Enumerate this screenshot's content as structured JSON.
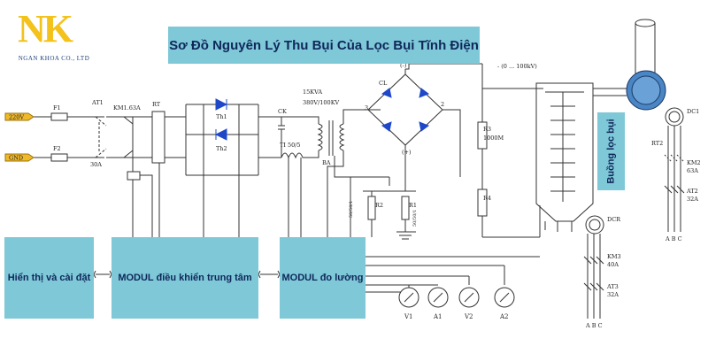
{
  "logo": {
    "letters": "NK",
    "company": "NGAN KHOA CO., LTD",
    "color": "#f3c21b"
  },
  "title": "Sơ Đồ Nguyên Lý Thu Bụi Của Lọc Bụi Tĩnh Điện",
  "modules": {
    "display": "Hiển thị và cài đặt",
    "control": "MODUL điều khiển trung tâm",
    "measure": "MODUL đo lường"
  },
  "chamber_label": "Buồng lọc bụi",
  "labels": {
    "input_ac": "220V",
    "input_gnd": "GND",
    "fuse1": "F1",
    "fuse2": "F2",
    "switch": "AT1",
    "switch_rating": "30A",
    "contactor": "KM1.63A",
    "relay": "RT",
    "thyristor1": "Th1",
    "thyristor2": "Th2",
    "capacitor": "CK",
    "ti": "TI 50/5",
    "transformer": "15KVA",
    "transformer_rating": "380V/100KV",
    "ba": "BA",
    "bridge": "CL",
    "neg": "(-)",
    "pos": "(+)",
    "node3": "3",
    "node2": "2",
    "voltage": "- (0 ... 100kV)",
    "r3": "R3",
    "r3_value": "1000M",
    "r4": "R4",
    "r1": "R1",
    "r2": "R2",
    "r1_value": "50/50/1",
    "r2_value": "50/50/1",
    "dc1": "DC1",
    "rt2": "RT2",
    "km2": "KM2",
    "km2_rating": "63A",
    "at2": "AT2",
    "at2_rating": "32A",
    "abc1": "A B C",
    "dcr": "DCR",
    "km3": "KM3",
    "km3_rating": "40A",
    "at3": "AT3",
    "at3_rating": "32A",
    "abc2": "A B C"
  },
  "meters": [
    "V1",
    "A1",
    "V2",
    "A2"
  ],
  "colors": {
    "module_fill": "#7ec8d7",
    "module_text": "#10275a",
    "wire": "#333333",
    "diode": "#1f48c9",
    "input_tag": "#f0b92a"
  }
}
